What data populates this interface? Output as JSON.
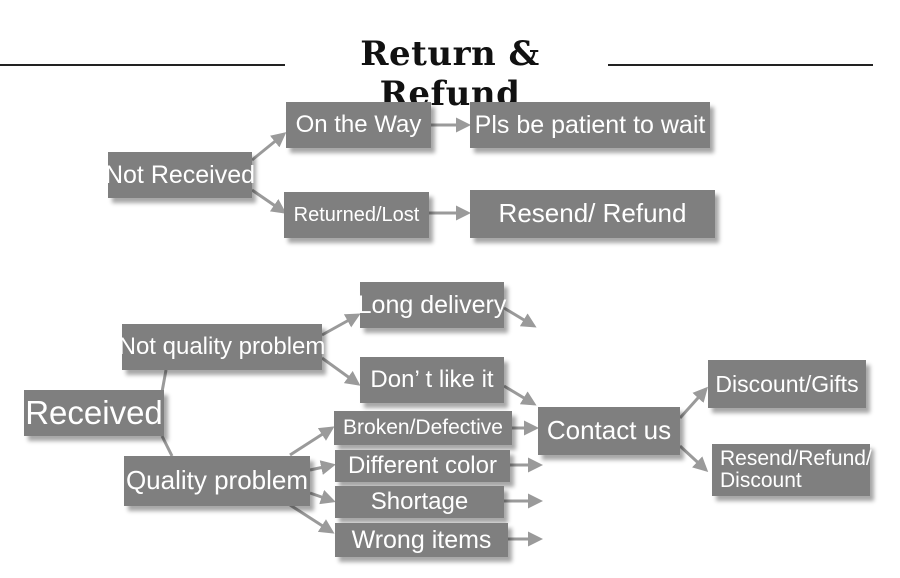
{
  "header": {
    "title": "Return & Refund"
  },
  "colors": {
    "box_fill": "#7f7f7f",
    "box_text": "#ffffff",
    "arrow": "#9a9a9a",
    "rule": "#222222"
  },
  "nodes": {
    "not_received": "Not Received",
    "on_the_way": "On the Way",
    "be_patient": "Pls be patient to wait",
    "returned_lost": "Returned/Lost",
    "resend_refund": "Resend/ Refund",
    "received": "Received",
    "not_quality_problem": "Not quality problem",
    "long_delivery": "Long delivery",
    "dont_like_it": "Don’ t like it",
    "quality_problem": "Quality problem",
    "broken_defective": "Broken/Defective",
    "different_color": "Different color",
    "shortage": "Shortage",
    "wrong_items": "Wrong items",
    "contact_us": "Contact us",
    "discount_gifts": "Discount/Gifts",
    "resend_refund_discount": "Resend/Refund/ Discount"
  }
}
